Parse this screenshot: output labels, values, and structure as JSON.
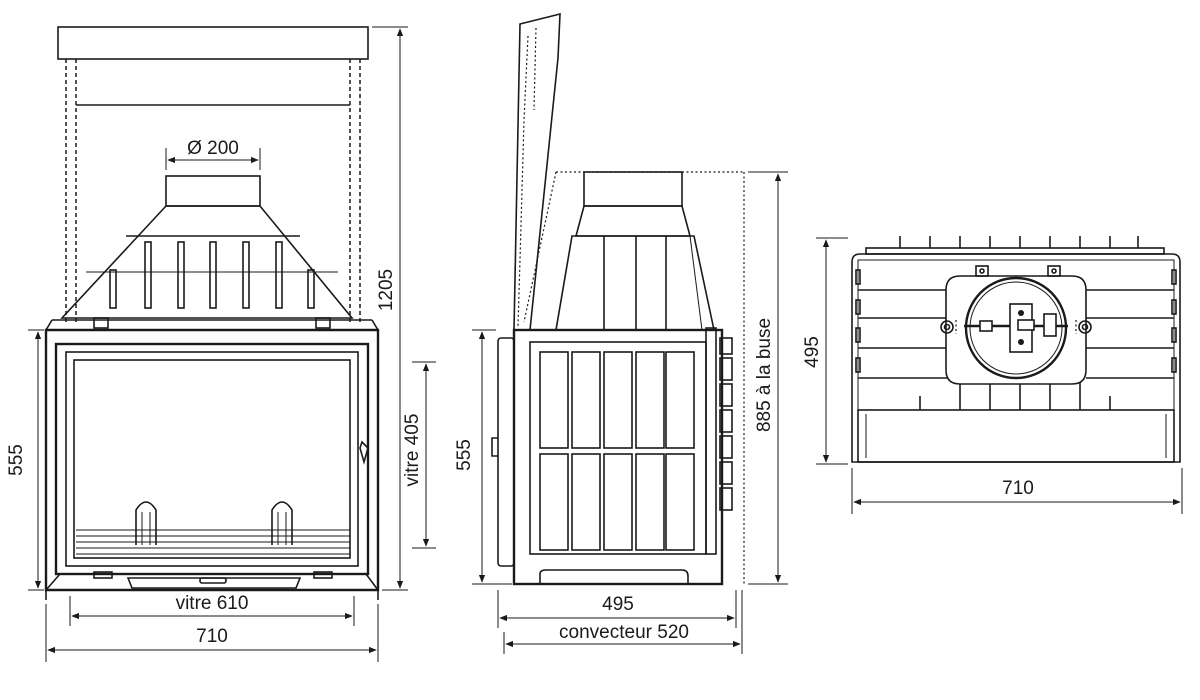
{
  "front_view": {
    "flue_diameter": "Ø 200",
    "total_height": "1205",
    "body_height": "555",
    "glass_height": "vitre 405",
    "glass_width": "vitre 610",
    "width": "710"
  },
  "side_view": {
    "height": "555",
    "height_to_flue": "885 à la buse",
    "depth": "495",
    "convector_depth": "convecteur 520"
  },
  "top_view": {
    "depth": "495",
    "width": "710"
  }
}
